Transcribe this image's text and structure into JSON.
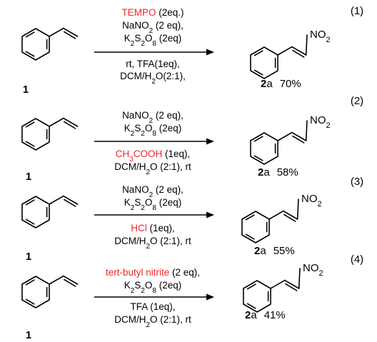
{
  "reactions": [
    {
      "number": "(1)",
      "reactant_label": "1",
      "product_label_bold": "2",
      "product_label_rest": "a",
      "yield": "70%",
      "product_group": "NO",
      "product_group_sub": "2",
      "conditions_above": [
        [
          {
            "t": "TEMPO",
            "red": true
          },
          {
            "t": " (2eq.)"
          }
        ],
        [
          {
            "t": "NaNO"
          },
          {
            "t": "2",
            "sub": true
          },
          {
            "t": " (2 eq),"
          }
        ],
        [
          {
            "t": "K"
          },
          {
            "t": "2",
            "sub": true
          },
          {
            "t": "S"
          },
          {
            "t": "2",
            "sub": true
          },
          {
            "t": "O"
          },
          {
            "t": "8",
            "sub": true
          },
          {
            "t": " (2eq)"
          }
        ]
      ],
      "conditions_below": [
        [
          {
            "t": "rt, TFA(1eq),"
          }
        ],
        [
          {
            "t": "DCM/H"
          },
          {
            "t": "2",
            "sub": true
          },
          {
            "t": "O(2:1),"
          }
        ]
      ]
    },
    {
      "number": "(2)",
      "reactant_label": "1",
      "product_label_bold": "2",
      "product_label_rest": "a",
      "yield": "58%",
      "product_group": "NO",
      "product_group_sub": "2",
      "conditions_above": [
        [
          {
            "t": "NaNO"
          },
          {
            "t": "2",
            "sub": true
          },
          {
            "t": " (2 eq),"
          }
        ],
        [
          {
            "t": "K"
          },
          {
            "t": "2",
            "sub": true
          },
          {
            "t": "S"
          },
          {
            "t": "2",
            "sub": true
          },
          {
            "t": "O"
          },
          {
            "t": "8",
            "sub": true
          },
          {
            "t": " (2eq)"
          }
        ]
      ],
      "conditions_below": [
        [
          {
            "t": "CH",
            "red": true
          },
          {
            "t": "3",
            "sub": true,
            "red": true
          },
          {
            "t": "COOH",
            "red": true
          },
          {
            "t": " (1eq),"
          }
        ],
        [
          {
            "t": "DCM/H"
          },
          {
            "t": "2",
            "sub": true
          },
          {
            "t": "O (2:1), rt"
          }
        ]
      ]
    },
    {
      "number": "(3)",
      "reactant_label": "1",
      "product_label_bold": "2",
      "product_label_rest": "a",
      "yield": "55%",
      "product_group": "NO",
      "product_group_sub": "2",
      "conditions_above": [
        [
          {
            "t": "NaNO"
          },
          {
            "t": "2",
            "sub": true
          },
          {
            "t": " (2 eq),"
          }
        ],
        [
          {
            "t": "K"
          },
          {
            "t": "2",
            "sub": true
          },
          {
            "t": "S"
          },
          {
            "t": "2",
            "sub": true
          },
          {
            "t": "O"
          },
          {
            "t": "8",
            "sub": true
          },
          {
            "t": " (2eq)"
          }
        ]
      ],
      "conditions_below": [
        [
          {
            "t": "HCl",
            "red": true
          },
          {
            "t": " (1eq),"
          }
        ],
        [
          {
            "t": "DCM/H"
          },
          {
            "t": "2",
            "sub": true
          },
          {
            "t": "O (2:1), rt"
          }
        ]
      ]
    },
    {
      "number": "(4)",
      "reactant_label": "1",
      "product_label_bold": "2",
      "product_label_rest": "a",
      "yield": "41%",
      "product_group": "NO",
      "product_group_sub": "2",
      "conditions_above": [
        [
          {
            "t": "tert-butyl nitrite",
            "red": true
          },
          {
            "t": " (2 eq),"
          }
        ],
        [
          {
            "t": "K"
          },
          {
            "t": "2",
            "sub": true
          },
          {
            "t": "S"
          },
          {
            "t": "2",
            "sub": true
          },
          {
            "t": "O"
          },
          {
            "t": "8",
            "sub": true
          },
          {
            "t": " (2eq)"
          }
        ]
      ],
      "conditions_below": [
        [
          {
            "t": "TFA (1eq),"
          }
        ],
        [
          {
            "t": "DCM/H"
          },
          {
            "t": "2",
            "sub": true
          },
          {
            "t": "O (2:1), rt"
          }
        ]
      ]
    }
  ],
  "colors": {
    "highlight": "#e8292c",
    "ink": "#000000"
  }
}
